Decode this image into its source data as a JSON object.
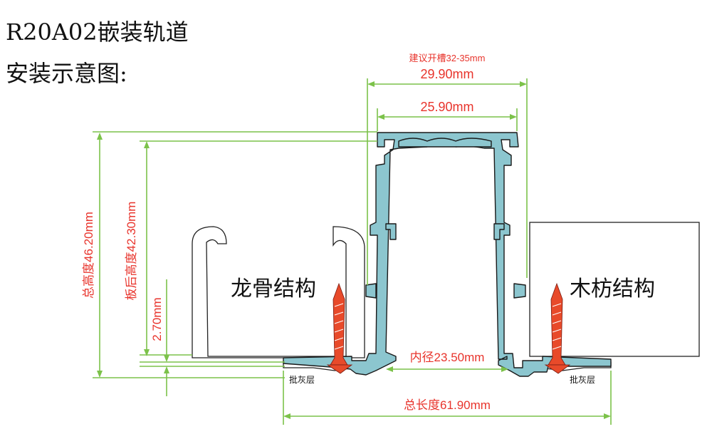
{
  "title": {
    "line1": "R20A02嵌装轨道",
    "line2": "安装示意图:"
  },
  "dimensions": {
    "slot_note": "建议开槽32-35mm",
    "outer_width": "29.90mm",
    "inner_top_width": "25.90mm",
    "total_height": "总高度46.20mm",
    "board_height": "板后高度42.30mm",
    "lip_height": "2.70mm",
    "inner_diameter": "内径23.50mm",
    "total_length": "总长度61.90mm"
  },
  "labels": {
    "keel": "龙骨结构",
    "wood": "木枋结构",
    "putty_left": "批灰层",
    "putty_right": "批灰层"
  },
  "colors": {
    "dimension_line": "#7cc24a",
    "dimension_text": "#e8342c",
    "profile_fill": "#8cc6cf",
    "screw": "#e84a2a"
  }
}
